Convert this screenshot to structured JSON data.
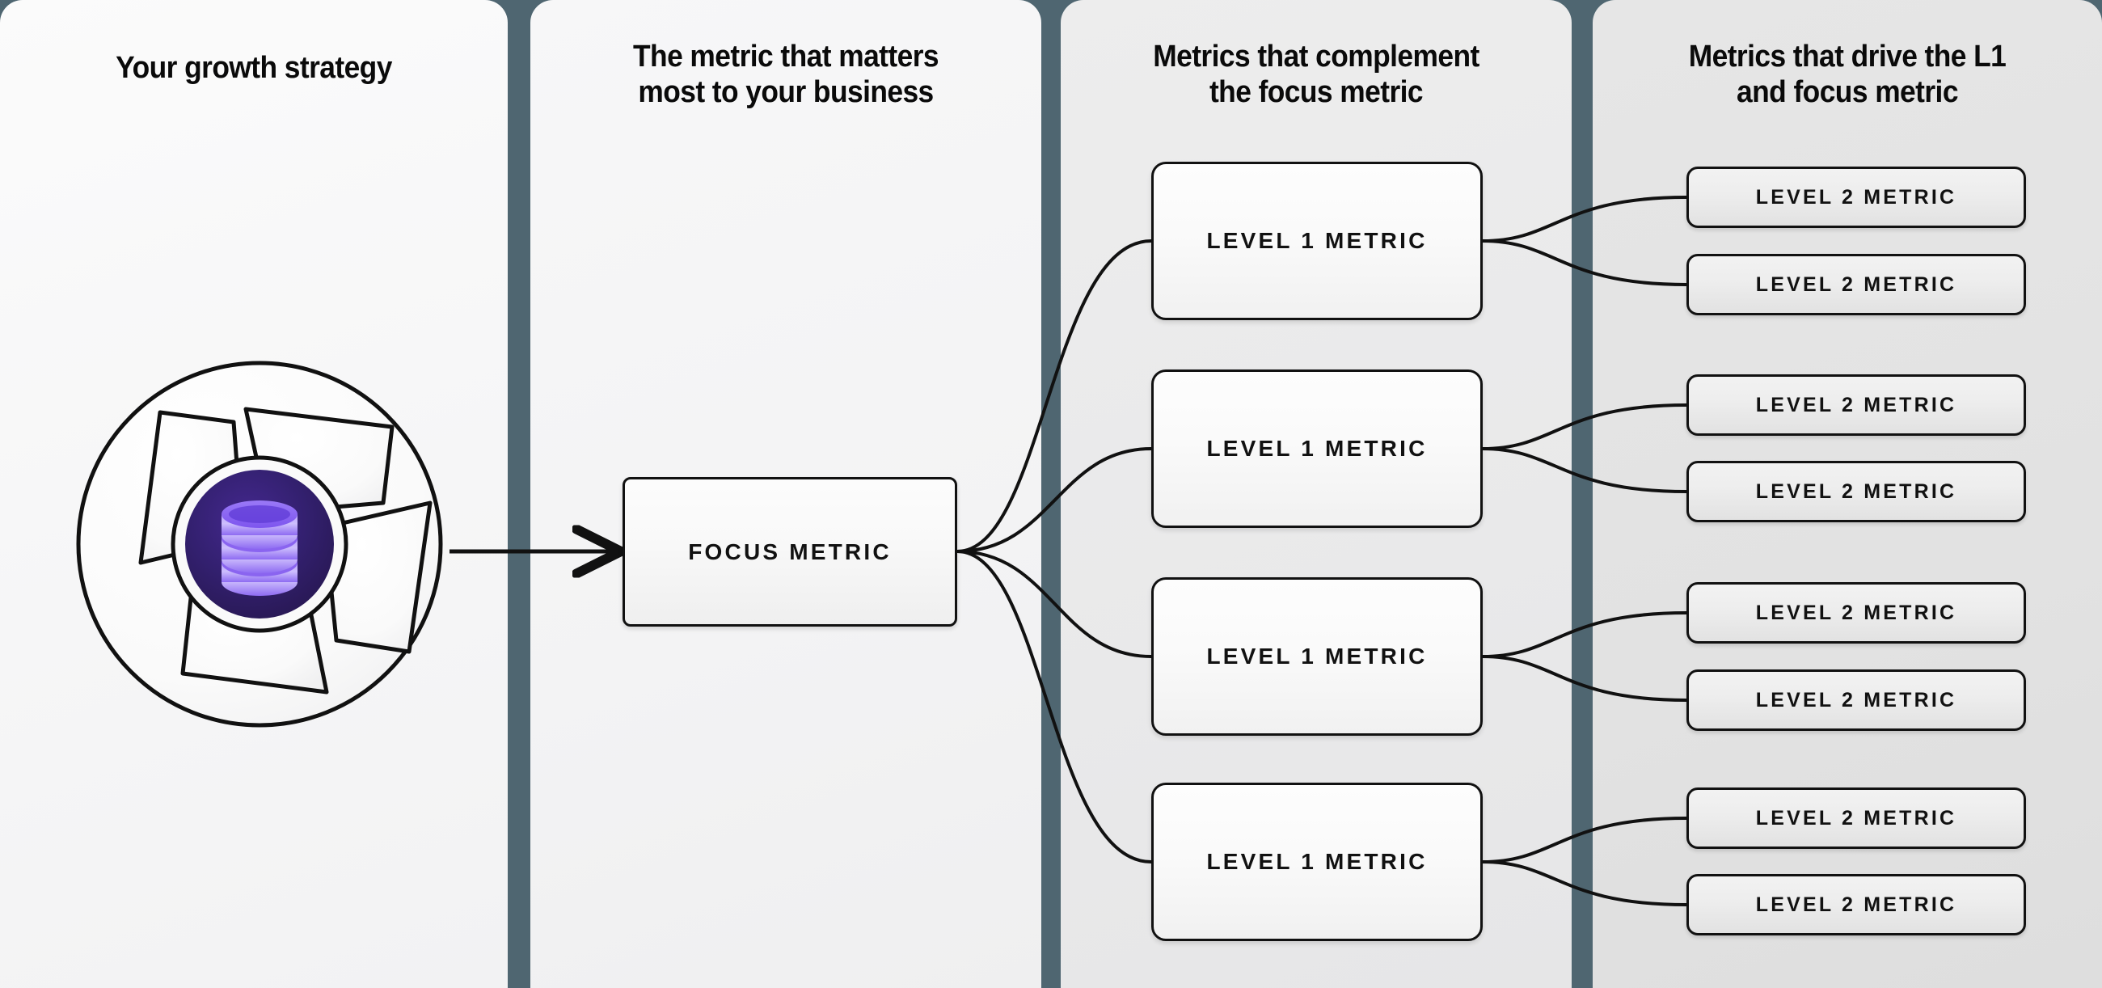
{
  "theme": {
    "background": "#4F6671",
    "divider": "#4F6671",
    "border": "#111111",
    "text": "#0A0A0A",
    "accent_purple_dark": "#2E1A6E",
    "accent_purple_light": "#A78BFA"
  },
  "panels": [
    {
      "id": "growth-strategy",
      "title": "Your growth strategy",
      "background": "#F6F6F7"
    },
    {
      "id": "focus-metric",
      "title": "The metric that matters\nmost to your business",
      "background": "#F3F3F4"
    },
    {
      "id": "level-1-metrics",
      "title": "Metrics that complement\nthe focus metric",
      "background": "#E9E9EA"
    },
    {
      "id": "level-2-metrics",
      "title": "Metrics that drive the L1\nand focus metric",
      "background": "#E2E2E2"
    }
  ],
  "graphic": {
    "name": "aperture-database-icon",
    "icon": "database-icon",
    "blades": 4
  },
  "focus": {
    "label": "FOCUS METRIC"
  },
  "level1": [
    {
      "label": "LEVEL 1 METRIC"
    },
    {
      "label": "LEVEL 1 METRIC"
    },
    {
      "label": "LEVEL 1 METRIC"
    },
    {
      "label": "LEVEL 1 METRIC"
    }
  ],
  "level2": [
    {
      "label": "LEVEL 2 METRIC"
    },
    {
      "label": "LEVEL 2 METRIC"
    },
    {
      "label": "LEVEL 2 METRIC"
    },
    {
      "label": "LEVEL 2 METRIC"
    },
    {
      "label": "LEVEL 2 METRIC"
    },
    {
      "label": "LEVEL 2 METRIC"
    },
    {
      "label": "LEVEL 2 METRIC"
    },
    {
      "label": "LEVEL 2 METRIC"
    }
  ]
}
